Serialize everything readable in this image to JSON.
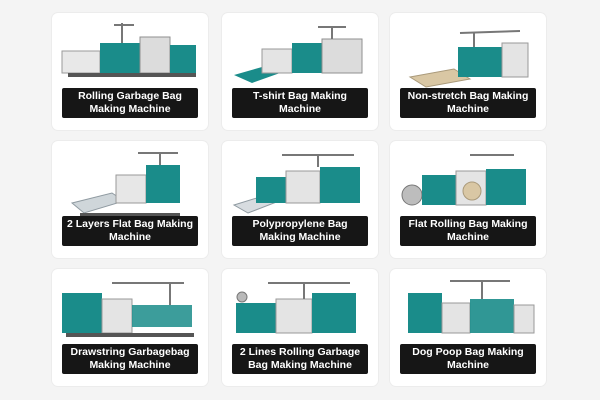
{
  "products": [
    {
      "title": "Rolling Garbage Bag Making Machine",
      "image": "machine-photo"
    },
    {
      "title": "T-shirt Bag Making Machine",
      "image": "machine-photo"
    },
    {
      "title": "Non-stretch Bag Making Machine",
      "image": "machine-photo"
    },
    {
      "title": "2 Layers Flat Bag Making Machine",
      "image": "machine-photo"
    },
    {
      "title": "Polypropylene Bag Making Machine",
      "image": "machine-photo"
    },
    {
      "title": "Flat Rolling Bag Making Machine",
      "image": "machine-photo"
    },
    {
      "title": "Drawstring Garbagebag Making Machine",
      "image": "machine-photo"
    },
    {
      "title": "2 Lines Rolling Garbage Bag Making Machine",
      "image": "machine-photo"
    },
    {
      "title": "Dog Poop Bag Making Machine",
      "image": "machine-photo"
    }
  ],
  "colors": {
    "machine_teal": "#1a8c8a",
    "label_bg": "#161616",
    "page_bg": "#f4f4f4"
  }
}
